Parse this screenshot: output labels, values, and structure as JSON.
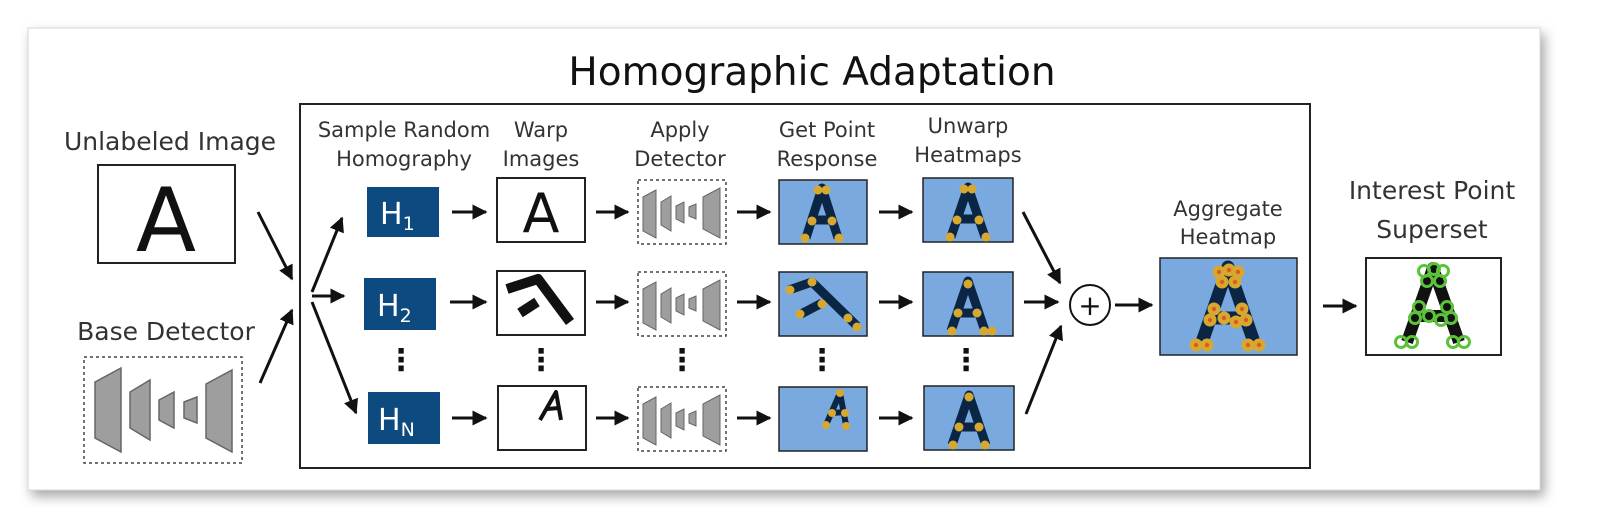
{
  "title": "Homographic Adaptation",
  "inputs": {
    "image_label": "Unlabeled Image",
    "image_glyph": "A",
    "detector_label": "Base Detector"
  },
  "columns": [
    {
      "line1": "Sample Random",
      "line2": "Homography"
    },
    {
      "line1": "Warp",
      "line2": "Images"
    },
    {
      "line1": "Apply",
      "line2": "Detector"
    },
    {
      "line1": "Get Point",
      "line2": "Response"
    },
    {
      "line1": "Unwarp",
      "line2": "Heatmaps"
    }
  ],
  "homographies": [
    {
      "base": "H",
      "sub": "1"
    },
    {
      "base": "H",
      "sub": "2"
    },
    {
      "base": "H",
      "sub": "N"
    }
  ],
  "ellipsis": "⋮",
  "sum_symbol": "+",
  "aggregate": {
    "line1": "Aggregate",
    "line2": "Heatmap"
  },
  "output": {
    "line1": "Interest Point",
    "line2": "Superset"
  },
  "colors": {
    "homography_box": "#0d4a80",
    "heatmap_bg": "#7aa9df",
    "point_fill": "#d6a830",
    "point_center": "#e05a1f",
    "superset_point": "#5cc23a"
  }
}
